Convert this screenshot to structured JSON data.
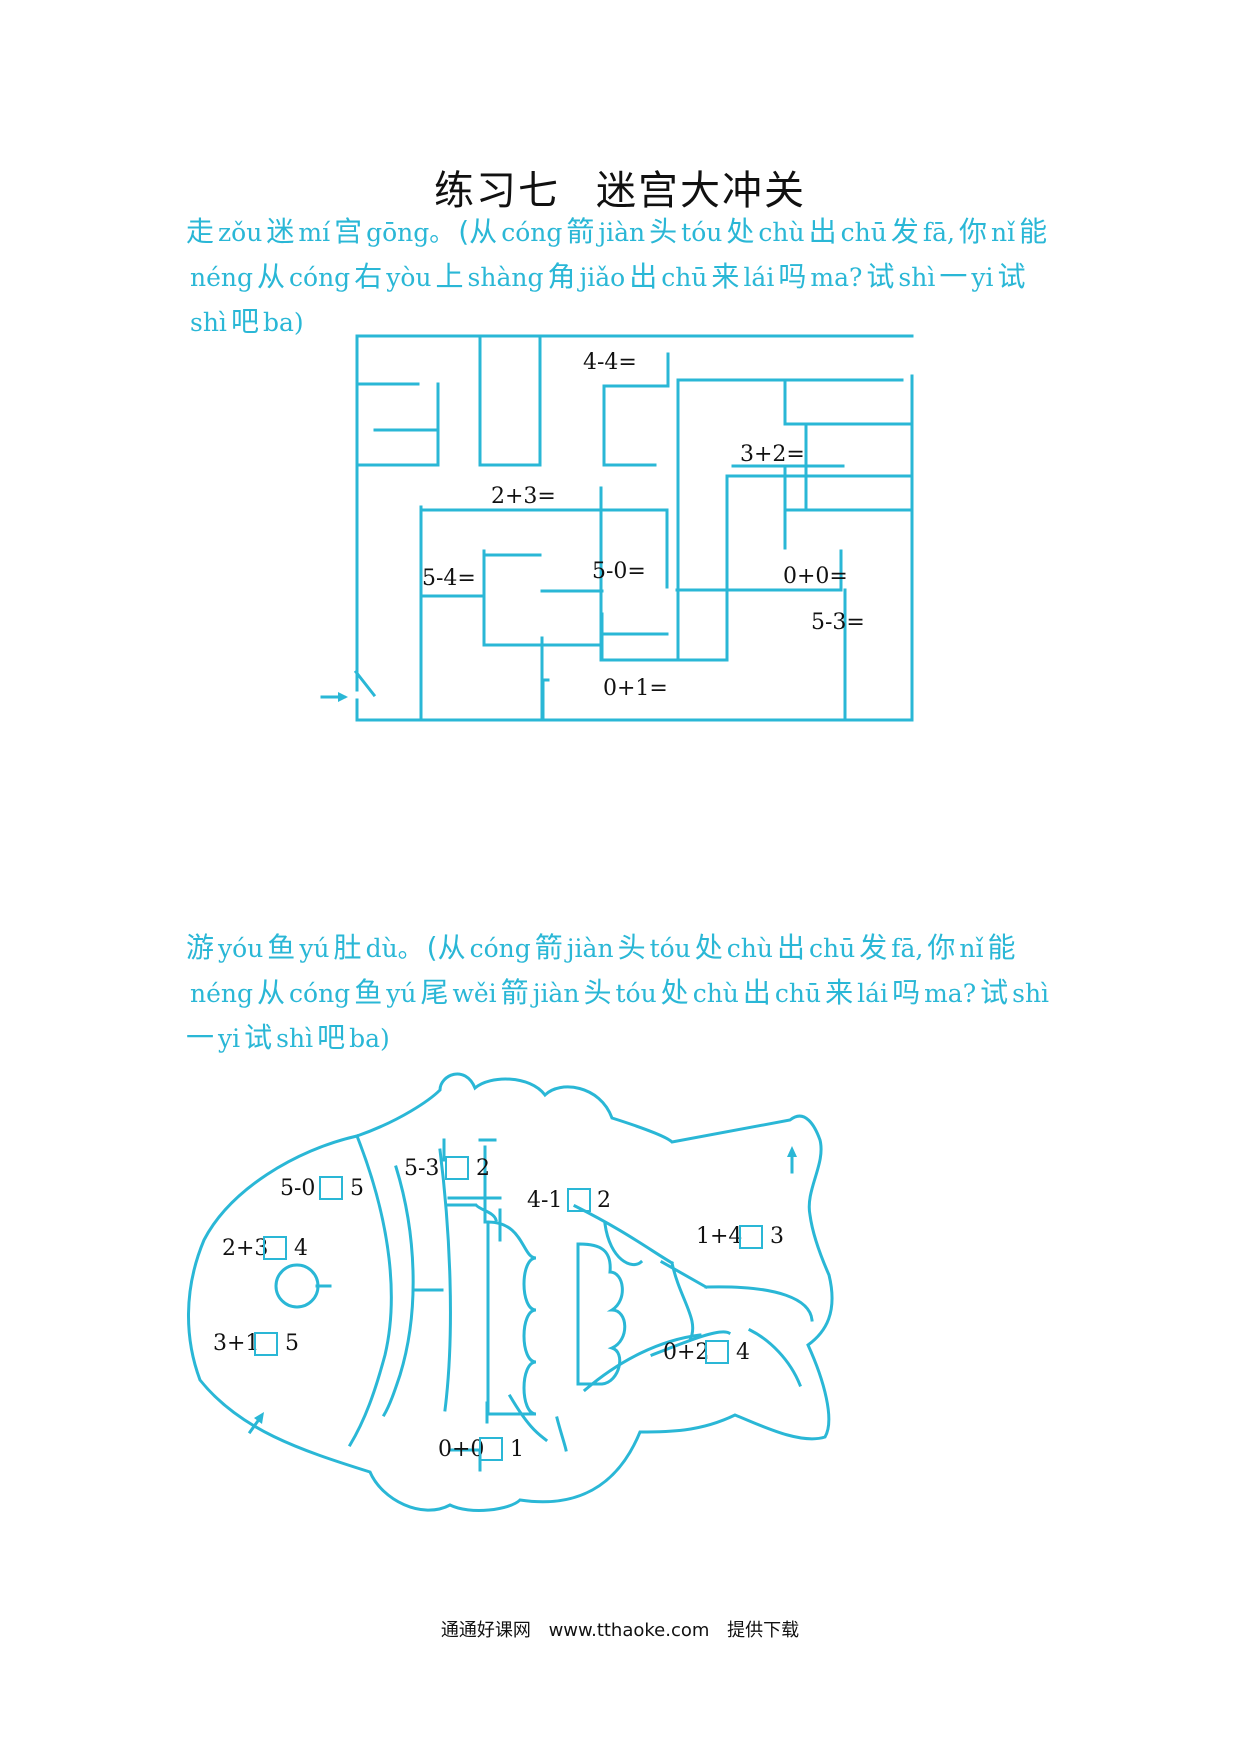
{
  "title": {
    "part1": "练习七",
    "part2": "迷宫大冲关"
  },
  "section1": {
    "segments": [
      {
        "hz": "走",
        "py": "zǒu"
      },
      {
        "hz": "迷",
        "py": "mí"
      },
      {
        "hz": "宫",
        "py": "gōng。"
      },
      {
        "hz": "(从",
        "py": "cóng"
      },
      {
        "hz": "箭",
        "py": "jiàn"
      },
      {
        "hz": "头",
        "py": "tóu"
      },
      {
        "hz": "处",
        "py": "chù"
      },
      {
        "hz": "出",
        "py": "chū"
      },
      {
        "hz": "发",
        "py": "fā,"
      },
      {
        "hz": "你",
        "py": "nǐ"
      },
      {
        "hz": "能",
        "py": "néng"
      },
      {
        "hz": "从",
        "py": "cóng"
      },
      {
        "hz": "右",
        "py": "yòu"
      },
      {
        "hz": "上",
        "py": "shàng"
      },
      {
        "hz": "角",
        "py": "jiǎo"
      },
      {
        "hz": "出",
        "py": "chū"
      },
      {
        "hz": "来",
        "py": "lái"
      },
      {
        "hz": "吗",
        "py": "ma?"
      },
      {
        "hz": "试",
        "py": "shì"
      },
      {
        "hz": "一",
        "py": "yi"
      },
      {
        "hz": "试",
        "py": "shì"
      },
      {
        "hz": "吧",
        "py": "ba)"
      }
    ],
    "maze_equations": [
      "4-4=",
      "3+2=",
      "2+3=",
      "5-4=",
      "5-0=",
      "0+0=",
      "5-3=",
      "0+1="
    ]
  },
  "section2": {
    "segments": [
      {
        "hz": "游",
        "py": "yóu"
      },
      {
        "hz": "鱼",
        "py": "yú"
      },
      {
        "hz": "肚",
        "py": "dù。"
      },
      {
        "hz": "(从",
        "py": "cóng"
      },
      {
        "hz": "箭",
        "py": "jiàn"
      },
      {
        "hz": "头",
        "py": "tóu"
      },
      {
        "hz": "处",
        "py": "chù"
      },
      {
        "hz": "出",
        "py": "chū"
      },
      {
        "hz": "发",
        "py": "fā,"
      },
      {
        "hz": "你",
        "py": "nǐ"
      },
      {
        "hz": "能",
        "py": "néng"
      },
      {
        "hz": "从",
        "py": "cóng"
      },
      {
        "hz": "鱼",
        "py": "yú"
      },
      {
        "hz": "尾",
        "py": "wěi"
      },
      {
        "hz": "箭",
        "py": "jiàn"
      },
      {
        "hz": "头",
        "py": "tóu"
      },
      {
        "hz": "处",
        "py": "chù"
      },
      {
        "hz": "出",
        "py": "chū"
      },
      {
        "hz": "来",
        "py": "lái"
      },
      {
        "hz": "吗",
        "py": "ma?"
      },
      {
        "hz": "试",
        "py": "shì"
      },
      {
        "hz": "一",
        "py": "yi"
      },
      {
        "hz": "试",
        "py": "shì"
      },
      {
        "hz": "吧",
        "py": "ba)"
      }
    ],
    "fish_items": [
      {
        "left": "5-0",
        "right": "5"
      },
      {
        "left": "5-3",
        "right": "2"
      },
      {
        "left": "4-1",
        "right": "2"
      },
      {
        "left": "2+3",
        "right": "4"
      },
      {
        "left": "3+1",
        "right": "5"
      },
      {
        "left": "1+4",
        "right": "3"
      },
      {
        "left": "0+2",
        "right": "4"
      },
      {
        "left": "0+0",
        "right": "1"
      }
    ]
  },
  "footer": {
    "site_name": "通通好课网",
    "url": "www.tthaoke.com",
    "suffix": "提供下载"
  },
  "colors": {
    "accent": "#2ab7d6",
    "text": "#111111"
  }
}
